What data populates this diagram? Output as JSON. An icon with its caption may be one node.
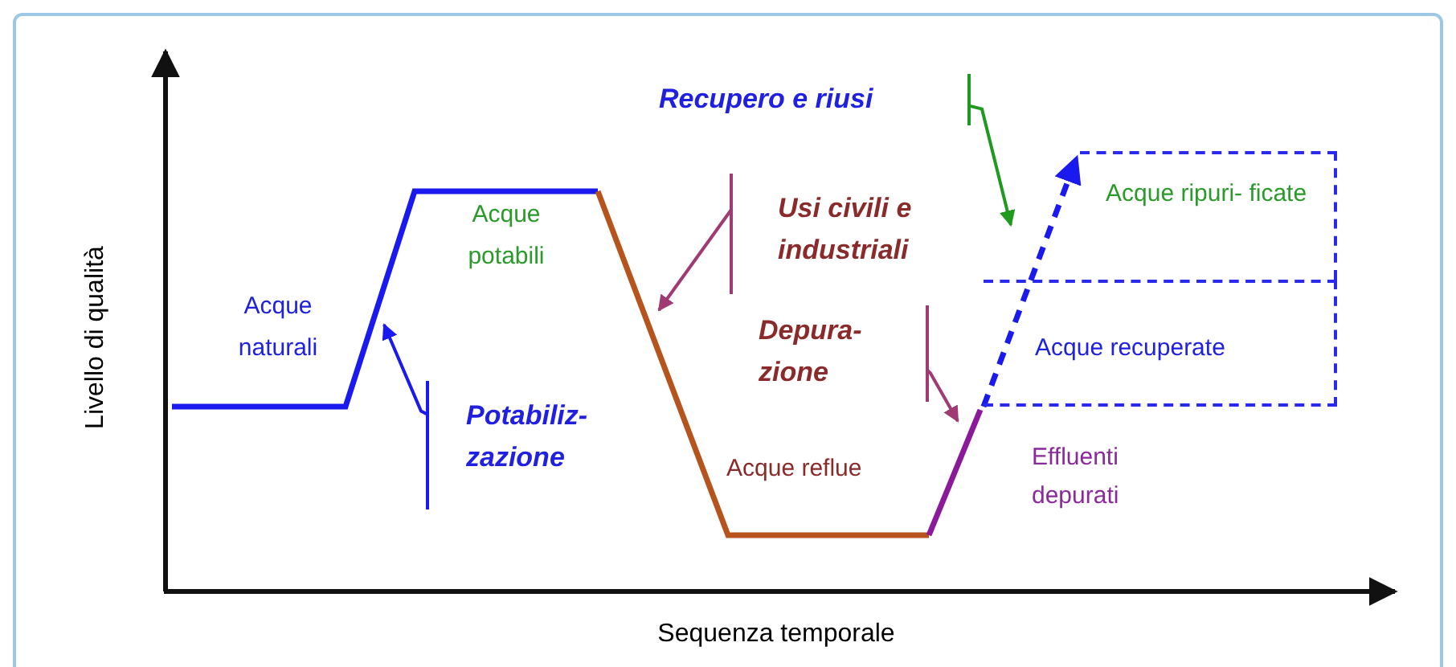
{
  "diagram": {
    "nodes": [
      {
        "text": [
          "Acque ripuri- ficate"
        ]
      },
      {
        "text": [
          "Acque recuperate"
        ]
      },
      {
        "text": [],
        "shape": "bar"
      },
      {
        "text": [],
        "shape": "bar"
      },
      {
        "text": [],
        "shape": "bar"
      },
      {
        "text": [],
        "shape": "bar"
      }
    ],
    "edges": [
      {
        "from": 2,
        "to": null,
        "arrow": "to",
        "color": "#1a1aee"
      },
      {
        "from": 3,
        "to": null,
        "arrow": "to",
        "color": "#a03a72"
      },
      {
        "from": 4,
        "to": null,
        "arrow": "to",
        "color": "#a03a72"
      },
      {
        "from": 5,
        "to": null,
        "arrow": "to",
        "color": "#1f9a1f"
      },
      {
        "from": 1,
        "to": 0,
        "arrow": "to",
        "style": "dashed",
        "color": "#1a1aee"
      }
    ],
    "labels": [
      "Livello di qualità",
      "Sequenza temporale",
      "Acque naturali",
      "Acque potabili",
      "Potabiliz- zazione",
      "Recupero e riusi",
      "Usi civili e industriali",
      "Depura- zione",
      "Acque reflue",
      "Effluenti depurati"
    ]
  }
}
